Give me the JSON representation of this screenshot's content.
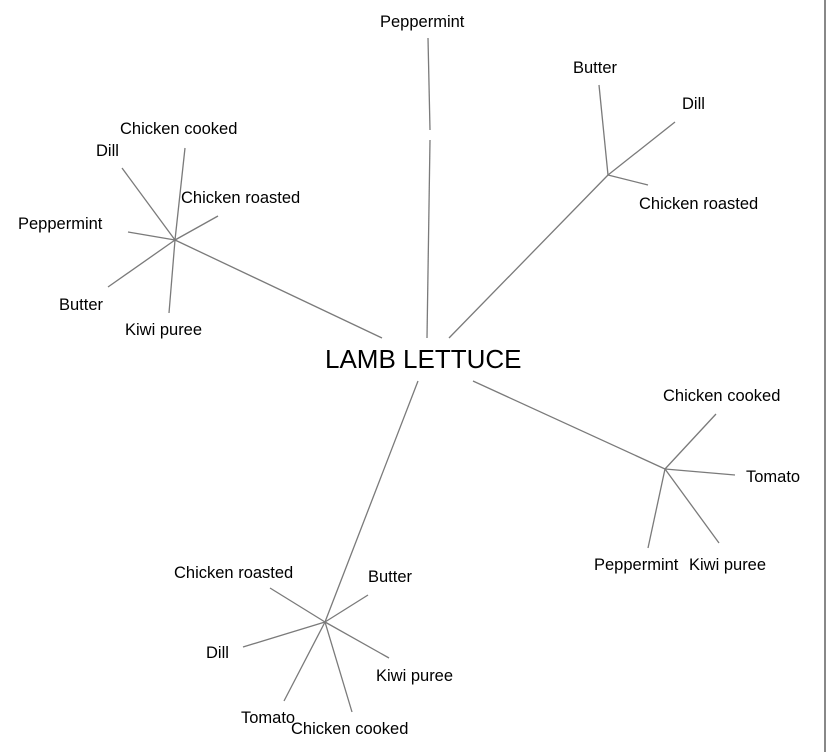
{
  "root": "LAMB LETTUCE",
  "branches": [
    {
      "leaves": [
        "Peppermint"
      ]
    },
    {
      "leaves": [
        "Butter",
        "Dill",
        "Chicken roasted"
      ]
    },
    {
      "leaves": [
        "Chicken cooked",
        "Dill",
        "Chicken roasted",
        "Peppermint",
        "Butter",
        "Kiwi puree"
      ]
    },
    {
      "leaves": [
        "Chicken cooked",
        "Tomato",
        "Peppermint",
        "Kiwi puree"
      ]
    },
    {
      "leaves": [
        "Chicken roasted",
        "Butter",
        "Dill",
        "Kiwi puree",
        "Tomato",
        "Chicken cooked"
      ]
    }
  ],
  "colors": {
    "edge": "#7a7a7a",
    "text": "#000000"
  }
}
